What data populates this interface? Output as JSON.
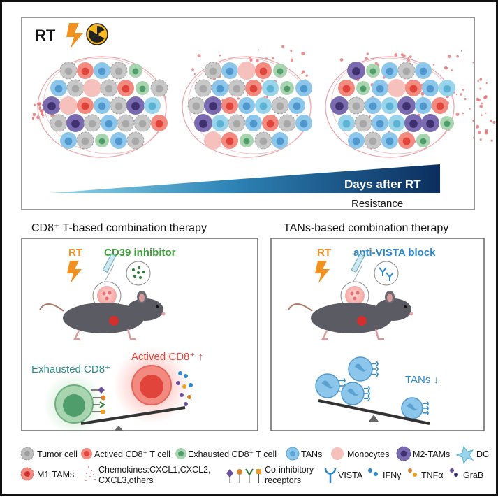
{
  "top": {
    "rt_label": "RT",
    "gradient_label": "Days after RT",
    "resistance_label": "Resistance"
  },
  "left_panel": {
    "title": "CD8⁺ T-based combination therapy",
    "rt_label": "RT",
    "drug_label": "CD39 inhibitor",
    "exhausted_label": "Exhausted  CD8⁺",
    "activated_label": "Actived CD8⁺ ↑"
  },
  "right_panel": {
    "title": "TANs-based combination therapy",
    "rt_label": "RT",
    "drug_label": "anti-VISTA block",
    "tans_label": "TANs ↓"
  },
  "legend": {
    "row1": {
      "tumor": "Tumor cell",
      "activated": "Actived CD8⁺ T cell",
      "exhausted": "Exhausted CD8⁺ T cell",
      "tans": "TANs",
      "monocytes": "Monocytes",
      "m2": "M2-TAMs",
      "dc": "DC"
    },
    "row2": {
      "m1": "M1-TAMs",
      "chemokines_1": "Chemokines:CXCL1,CXCL2,",
      "chemokines_2": "CXCL3,others",
      "coinhib_1": "Co-inhibitory",
      "coinhib_2": "receptors",
      "vista": "VISTA",
      "ifn": "IFNγ",
      "tnf": "TNFα",
      "grab": "GraB"
    }
  },
  "colors": {
    "rt_orange": "#f29120",
    "cd39_green": "#3f9d3c",
    "vista_blue": "#2a88c8",
    "activated_red": "#e0443a",
    "exhausted_teal": "#2a8a8a",
    "tans_blue": "#2a88c8",
    "gradient_dark": "#0b2e5e"
  }
}
